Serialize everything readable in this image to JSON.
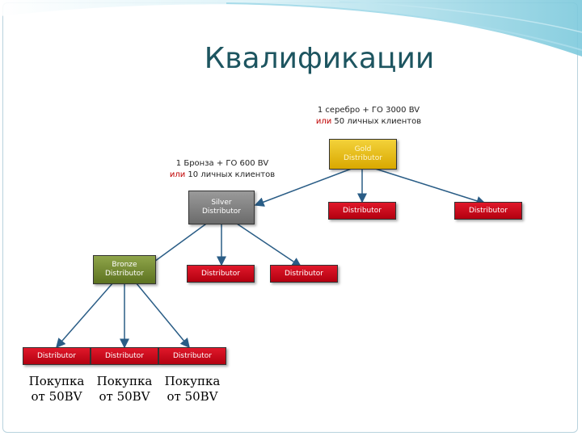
{
  "title": "Квалификации",
  "notes": {
    "gold_req": {
      "line1": "1 серебро + ГО 3000 BV",
      "alt": "или",
      "line2_rest": " 50 личных клиентов"
    },
    "silver_req": {
      "line1": "1 Бронза + ГО 600 BV",
      "alt": "или",
      "line2_rest": " 10 личных клиентов"
    }
  },
  "nodes": {
    "gold": "Gold\nDistributor",
    "silver": "Silver\nDistributor",
    "bronze": "Bronze\nDistributor",
    "distributor": "Distributor"
  },
  "purchase": "Покупка\nот 50BV",
  "colors": {
    "title": "#1d5560",
    "gold": "#e3b800",
    "silver": "#808080",
    "bronze": "#6f8530",
    "red": "#c8001a",
    "connector": "#2a5d86",
    "alt_text": "#c00000"
  }
}
